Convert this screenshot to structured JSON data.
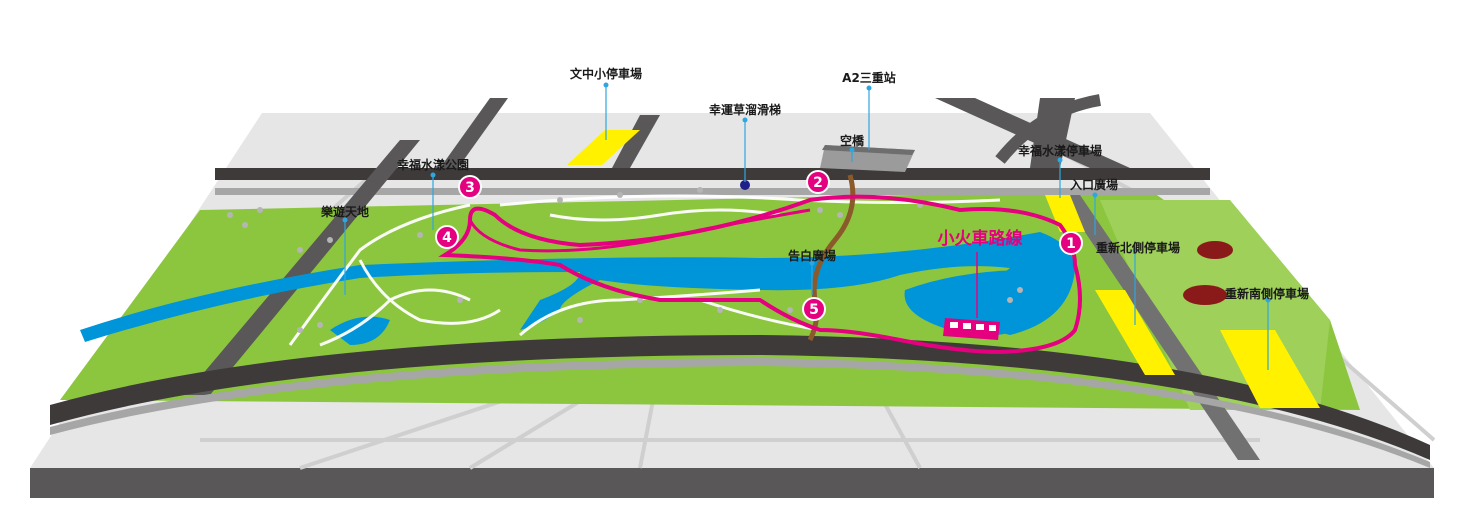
{
  "map": {
    "labels": {
      "wenzhong_parking": "文中小停車場",
      "a2_station": "A2三重站",
      "lucky_slide": "幸運草溜滑梯",
      "sky_bridge": "空橋",
      "park_name": "幸福水漾公園",
      "happy_parking": "幸福水漾停車場",
      "entrance_plaza": "入口廣場",
      "play_land": "樂遊天地",
      "confession_plaza": "告白廣場",
      "north_parking": "重新北側停車場",
      "south_parking": "重新南側停車場",
      "train_route": "小火車路線"
    },
    "stops": [
      "1",
      "2",
      "3",
      "4",
      "5"
    ],
    "colors": {
      "grass": "#8cc63f",
      "water": "#0095d9",
      "road": "#3e3a39",
      "route": "#e4007f",
      "parking": "#fff100",
      "leader": "#2ea7e0"
    }
  }
}
